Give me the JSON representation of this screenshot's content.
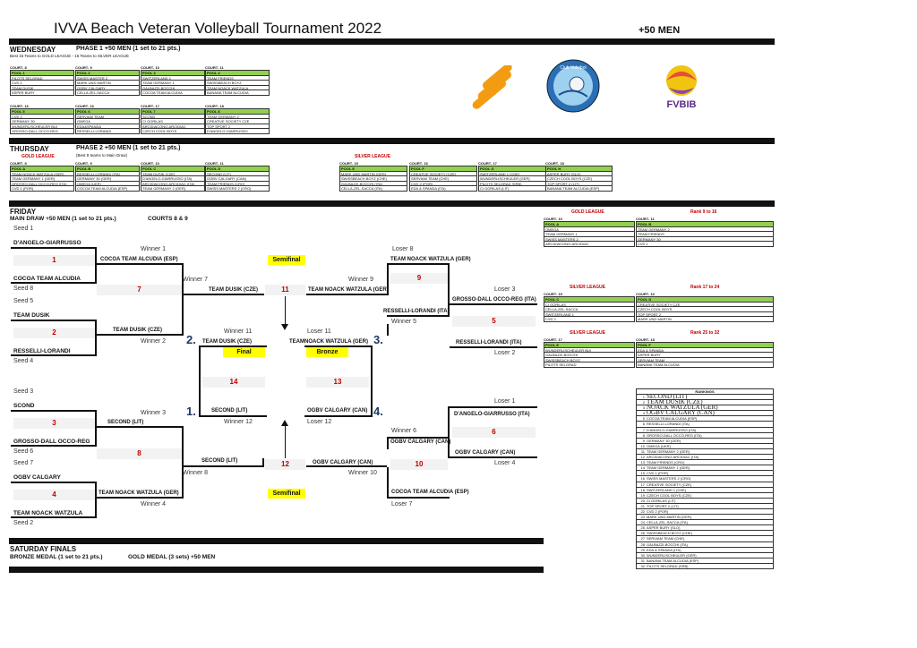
{
  "title": "IVVA Beach Veteran Volleyball Tournament 2022",
  "category": "+50 MEN",
  "wednesday": {
    "day": "WEDNESDAY",
    "phase": "PHASE 1   +50 MEN  (1 set to 21 pts.)",
    "note": "Best 16 Teams to GOLD LEAGUE - 16 Teams to SILVER LEAGUE",
    "groups": [
      {
        "court": "COURT- 8",
        "pool": "POOL 1",
        "teams": [
          "PILOTS SELGRAD",
          "CVD 1",
          "TEAM DUSIK",
          "ASPER BURY"
        ]
      },
      {
        "court": "COURT- 9",
        "pool": "POOL 2",
        "teams": [
          "SWISS MASTER 2",
          "MARK UND MARTIN",
          "OGBV CALGARY",
          "CELLA ZEL-SACCA"
        ]
      },
      {
        "court": "COURT- 10",
        "pool": "POOL 3",
        "teams": [
          "SWITZERLAND 1",
          "TEAM GERMANY 1",
          "GALBAZZI-BOCCHI",
          "COCOA TEAM ALCUDIA"
        ]
      },
      {
        "court": "COURT- 11",
        "pool": "POOL 4",
        "teams": [
          "TEAM FRIENDS",
          "SWISSBEACH BOYZ",
          "TEAM NOACK WATZULA",
          "BANANA TEAM ALCUDIA"
        ]
      },
      {
        "court": "COURT- 16",
        "pool": "POOL 5",
        "teams": [
          "CVD 2",
          "GERMANY 30",
          "WUNDERLISCHEULER BUI",
          "GROSSO-DALL OCCO-REG"
        ]
      },
      {
        "court": "COURT- 16",
        "pool": "POOL 6",
        "teams": [
          "SERVIAM TEAM",
          "OMEGA",
          "EDA&SPANDA",
          "RESSELLI-LORANDI"
        ]
      },
      {
        "court": "COURT- 17",
        "pool": "POOL 7",
        "teams": [
          "SCOND",
          "CI GORILAS",
          "ARCIDIACONO-ARCIDIAC",
          "CZECH COOL BOYS"
        ]
      },
      {
        "court": "COURT- 18",
        "pool": "POOL 8",
        "teams": [
          "TEAM GERMANY 2",
          "CREATIVE SOCIETY CZE",
          "TOP SPORT 2",
          "D'ANGELO-GIARRUSSO"
        ]
      }
    ]
  },
  "thursday": {
    "day": "THURSDAY",
    "phase": "PHASE 2   +50 MEN  (1 set to 21 pts.)",
    "note": "(Best 8 teams to Main Draw)",
    "gold_label": "GOLD LEAGUE",
    "silver_label": "SILVER LEAGUE",
    "groups": [
      {
        "court": "COURT- 8",
        "pool": "POOL A",
        "teams": [
          "TEAM NOACK WATZULA (GER)",
          "TEAM GERMANY 1 (GER)",
          "GROSSO-DALL OCCO-REG (ITA)",
          "CVD 1 (POR)"
        ]
      },
      {
        "court": "COURT- 9",
        "pool": "POOL B",
        "teams": [
          "RESSELLI-LORANDI (ITA)",
          "GERMANY 30 (GER)",
          "OMEGA (UKR)",
          "COCOA TEAM ALCUDIA (ESP)"
        ]
      },
      {
        "court": "COURT- 10",
        "pool": "POOL C",
        "teams": [
          "TEAM DUSIK (CZE)",
          "D'ANGELO-GIARRUSSO (ITA)",
          "ARCIDIACONO-ARCIDIAC (ITA)",
          "TEAM GERMANY 2 (GER)"
        ]
      },
      {
        "court": "COURT- 11",
        "pool": "POOL D",
        "teams": [
          "SECOND (LIT)",
          "OGBV CALGARY (CAN)",
          "TEAM FRIENDS (CRO)",
          "SWISS MASTERS 2 (CRO)"
        ]
      },
      {
        "court": "COURT- 15",
        "pool": "POOL E",
        "teams": [
          "MARK UND MARTIN (GER)",
          "SWISSBEACH BOYZ (CHE)",
          "GALBAZZI-BOCCHI (ITA)",
          "CELLA-ZEL-SACCA (ITA)"
        ]
      },
      {
        "court": "COURT- 16",
        "pool": "POOL F",
        "teams": [
          "CREATIVE SOCIETY (CZE)",
          "SERVIAM TEAM (CHE)",
          "CVD 2 (POR)",
          "EDA & SPANDA (ITA)"
        ]
      },
      {
        "court": "COURT- 17",
        "pool": "POOL G",
        "teams": [
          "SWITZERLAND 1 (CHE)",
          "WUNDERLISCHEULER (GER)",
          "PILOTS SELGRAD (SRB)",
          "CI GORILAS (LIT)"
        ]
      },
      {
        "court": "COURT- 18",
        "pool": "POOL H",
        "teams": [
          "ASPER BURY (SLO)",
          "CZECH COOL BOYS (CZE)",
          "TOP SPORT 2 (LIT)",
          "BANANA TEAM ALCUDIA (ESP)"
        ]
      }
    ]
  },
  "friday": {
    "day": "FRIDAY",
    "main_draw": "MAIN DRAW  +50 MEN  (1 set to 21 pts.)",
    "courts": "COURTS 8 & 9",
    "left": [
      {
        "seed_top": "Seed 1",
        "team_top": "D'ANGELO-GIARRUSSO",
        "match": "1",
        "team_bottom": "COCOA TEAM ALCUDIA",
        "seed_bottom": "Seed 8"
      },
      {
        "seed_top": "Seed 5",
        "team_top": "TEAM DUSIK",
        "match": "2",
        "team_bottom": "RESSELLI-LORANDI",
        "seed_bottom": "Seed 4"
      },
      {
        "seed_top": "Seed 3",
        "team_top": "SCOND",
        "match": "3",
        "team_bottom": "GROSSO-DALL OCCO-REG",
        "seed_bottom": "Seed 6"
      },
      {
        "seed_top": "Seed 7",
        "team_top": "OGBV CALGARY",
        "match": "4",
        "team_bottom": "TEAM NOACK WATZULA",
        "seed_bottom": "Seed 2"
      }
    ],
    "winners": {
      "w1_label": "Winner 1",
      "w1_team": "COCOA TEAM ALCUDIA (ESP)",
      "w2_label": "Winner 2",
      "w2_team": "TEAM DUSIK (CZE)",
      "w3_label": "Winner 3",
      "w3_team": "SECOND (LIT)",
      "w4_label": "Winner 4",
      "w4_team": "TEAM NOACK WATZULA (GER)",
      "w7_label": "Winner 7",
      "w7_team": "TEAM DUSIK (CZE)",
      "w8_label": "Winner 8",
      "w8_team": "SECOND (LIT)",
      "m7": "7",
      "m8": "8",
      "m11": "11",
      "m12": "12",
      "w9_label": "Winner 9",
      "w9_team": "TEAM NOACK WATZULA (GER)",
      "w10_label": "Winner 10",
      "w10_team": "OGBV CALGARY (CAN)",
      "semifinal": "Semifinal"
    },
    "right": {
      "l8_label": "Loser 8",
      "l8_team": "TEAM NOACK WATZULA (GER)",
      "m9": "9",
      "l3_label": "Loser 3",
      "l3_team": "GROSSO-DALL OCCO-REG (ITA)",
      "w5_team": "RESSELLI-LORANDI (ITA)",
      "w5_label": "Winner 5",
      "m5": "5",
      "l2_team": "RESSELLI-LORANDI (ITA)",
      "l2_label": "Loser 2",
      "l1_label": "Loser 1",
      "l1_team": "D'ANGELO-GIARRUSSO (ITA)",
      "m6": "6",
      "w6_label": "Winner 6",
      "w6_team": "OGBV CALGARY (CAN)",
      "w6b_team": "OGBV CALGARY (CAN)",
      "l4_label": "Loser 4",
      "m10": "10",
      "l7_team": "COCOA TEAM ALCUDIA (ESP)",
      "l7_label": "Loser 7"
    },
    "final": {
      "w11_label": "Winner 11",
      "w11_team": "TEAM DUSIK (CZE)",
      "final": "Final",
      "m14": "14",
      "w12_team": "SECOND (LIT)",
      "w12_label": "Winner 12",
      "l11_label": "Loser 11",
      "l11_team": "TEAMNOACK WATZULA (GER)",
      "bronze": "Bronze",
      "m13": "13",
      "l12_team": "OGBV CALGARY (CAN)",
      "l12_label": "Loser 12",
      "n1": "1.",
      "n2": "2.",
      "n3": "3.",
      "n4": "4."
    }
  },
  "league_right": [
    {
      "league": "GOLD LEAGUE",
      "rank": "Rank 9 to 16",
      "groups": [
        {
          "court": "COURT- 10",
          "pool": "POOL A",
          "teams": [
            "OMEGA",
            "TEAM GERMANY 1",
            "SWISS MASTERS 2",
            "ARCIDIACONO-ARCIDIAC"
          ]
        },
        {
          "court": "COURT- 11",
          "pool": "POOL B",
          "teams": [
            "TEAM GERMANY 2",
            "TEAM FRIENDS",
            "GERMANY 30",
            "CVD 1"
          ]
        }
      ]
    },
    {
      "league": "SILVER LEAGUE",
      "rank": "Rank 17 to 24",
      "groups": [
        {
          "court": "COURT- 15",
          "pool": "POOL C",
          "teams": [
            "CI GORILAS",
            "CELLA-ZEL-SACCA",
            "SWITZERLAND 1",
            "CVD 2"
          ]
        },
        {
          "court": "COURT- 16",
          "pool": "POOL D",
          "teams": [
            "CREATIVE SOCIETY CZE",
            "CZECH COOL BOYS",
            "TOP SPORT 2",
            "MARK UND MARTIN"
          ]
        }
      ]
    },
    {
      "league": "SILVER LEAGUE",
      "rank": "Rank 25 to 32",
      "groups": [
        {
          "court": "COURT- 17",
          "pool": "POOL E",
          "teams": [
            "WUNDERLISCHEULER BUI",
            "GALBAZZI-BOCCHI",
            "SWISSBEACH BOYZ",
            "PILOTS SELGRAD"
          ]
        },
        {
          "court": "COURT- 18",
          "pool": "POOL F",
          "teams": [
            "EDA & SPANDA",
            "ASPER BURY",
            "SERVIAM TEAM",
            "BANANA TEAM ALCUDIA"
          ]
        }
      ]
    }
  ],
  "rankings": {
    "header": "RANKINGS",
    "rows": [
      {
        "n": "1",
        "t": "SECOND (LIT)"
      },
      {
        "n": "2",
        "t": "TEAM DUSIK (CZE)"
      },
      {
        "n": "3",
        "t": "NOACK WATZULA (GER)"
      },
      {
        "n": "4",
        "t": "OGBV CALGARY (CAN)"
      },
      {
        "n": "5",
        "t": "COCOA TEAM ALCUDIA (ESP)"
      },
      {
        "n": "6",
        "t": "RESSELLI-LORANDI (ITA)"
      },
      {
        "n": "7",
        "t": "D'ANGELO-GIARRUSSO (ITA)"
      },
      {
        "n": "8",
        "t": "GROSSO-DALL OCCO-REG (ITA)"
      },
      {
        "n": "9",
        "t": "GERMANY 30 (GER)"
      },
      {
        "n": "10",
        "t": "OMEGA (UKR)"
      },
      {
        "n": "11",
        "t": "TEAM GERMANY 2 (GER)"
      },
      {
        "n": "12",
        "t": "ARCIDIACONO-ARCIDIAC (ITA)"
      },
      {
        "n": "13",
        "t": "TEAM FRIENDS (CRO)"
      },
      {
        "n": "14",
        "t": "TEAM GERMANY 1 (GER)"
      },
      {
        "n": "15",
        "t": "CVD 1 (POR)"
      },
      {
        "n": "16",
        "t": "SWISS MASTERS 2 (CRO)"
      },
      {
        "n": "17",
        "t": "CREATIVE SOCIETY (CZE)"
      },
      {
        "n": "18",
        "t": "SWITZERLAND 1 (CHE)"
      },
      {
        "n": "19",
        "t": "CZECH COOL BOYS (CZE)"
      },
      {
        "n": "20",
        "t": "CI GORILAS (LIT)"
      },
      {
        "n": "21",
        "t": "TOP SPORT 2 (LIT)"
      },
      {
        "n": "22",
        "t": "CVD 2 (POR)"
      },
      {
        "n": "23",
        "t": "MARK UND MARTIN (GER)"
      },
      {
        "n": "24",
        "t": "CELLA-ZEL-SACCA (ITA)"
      },
      {
        "n": "25",
        "t": "ASPER BURY (SLO)"
      },
      {
        "n": "26",
        "t": "SWISSBEACH BOYZ (CHE)"
      },
      {
        "n": "27",
        "t": "SERVIAM TEAM (CHE)"
      },
      {
        "n": "28",
        "t": "GALBAZZI-BOCCHI (ITA)"
      },
      {
        "n": "29",
        "t": "EDA & SPANDA (ITA)"
      },
      {
        "n": "30",
        "t": "WUNDERLISCHEULER (GER)"
      },
      {
        "n": "31",
        "t": "BANANA TEAM ALCUDIA (ESP)"
      },
      {
        "n": "32",
        "t": "PILOTS SELGRAD (SRB)"
      }
    ]
  },
  "saturday": {
    "day": "SATURDAY FINALS",
    "bronze": "BRONZE MEDAL  (1 set to 21 pts.)",
    "gold": "GOLD MEDAL  (3 sets)    +50 MEN"
  },
  "logos": {
    "logo2_text": "Club Voleibol",
    "logo3_text": "FVBIB"
  },
  "colors": {
    "pool_green": "#92d050",
    "league_red": "#c00000",
    "highlight_yellow": "#ffff00",
    "number_red": "#c00000"
  }
}
